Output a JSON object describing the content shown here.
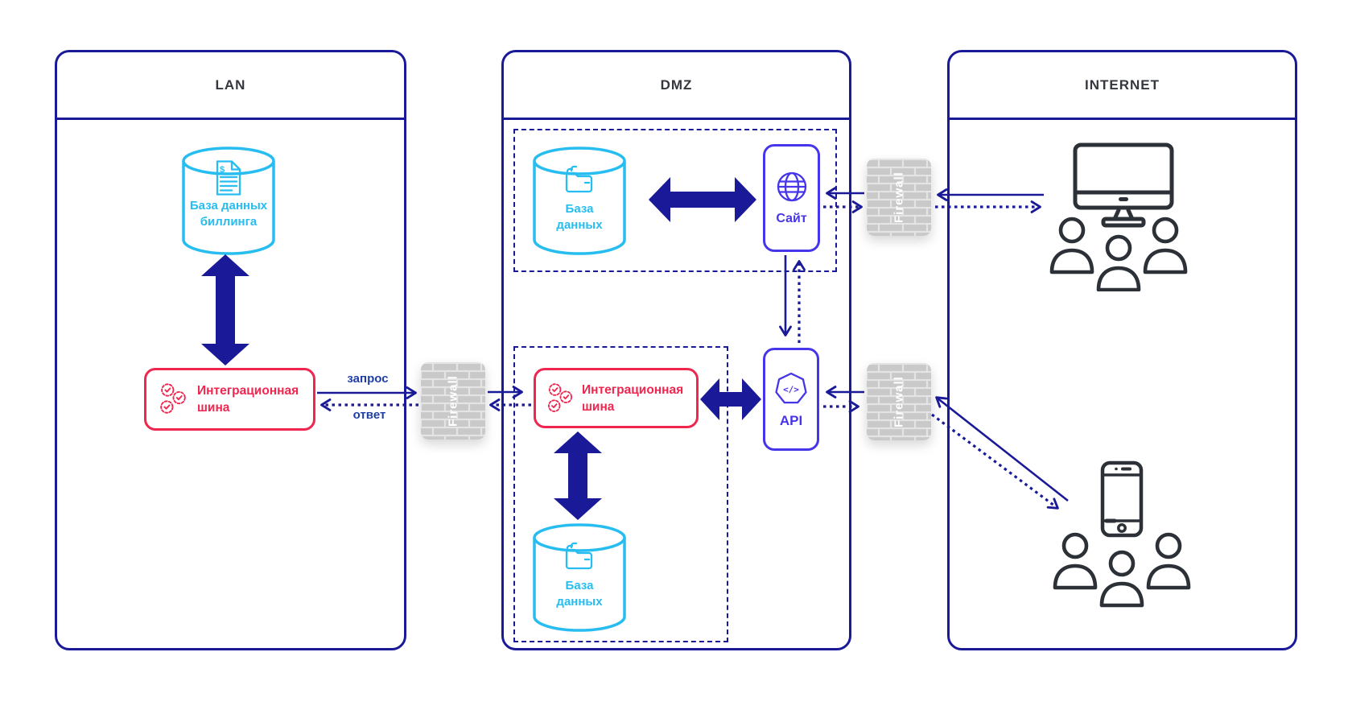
{
  "zones": {
    "lan": {
      "title": "LAN"
    },
    "dmz": {
      "title": "DMZ"
    },
    "internet": {
      "title": "INTERNET"
    }
  },
  "lan": {
    "billing_db": {
      "line1": "База данных",
      "line2": "биллинга",
      "icon_glyph": "$"
    },
    "bus": {
      "line1": "Интеграционная",
      "line2": "шина"
    }
  },
  "dmz": {
    "db_top": {
      "line1": "База",
      "line2": "данных"
    },
    "site": {
      "label": "Сайт"
    },
    "bus": {
      "line1": "Интеграционная",
      "line2": "шина"
    },
    "api": {
      "label": "API",
      "icon_glyph": "</>"
    },
    "db_bottom": {
      "line1": "База",
      "line2": "данных"
    }
  },
  "links": {
    "request": "запрос",
    "response": "ответ"
  },
  "firewalls": [
    {
      "label": "Firewall"
    },
    {
      "label": "Firewall"
    },
    {
      "label": "Firewall"
    }
  ],
  "colors": {
    "navy": "#1a1a99",
    "cyan": "#27bdf0",
    "red": "#f0264f",
    "indigo": "#4635e9",
    "firewall_gray": "#c9c9c9",
    "icon_dark": "#2c3037",
    "flow_label_blue": "#1f3da6"
  }
}
